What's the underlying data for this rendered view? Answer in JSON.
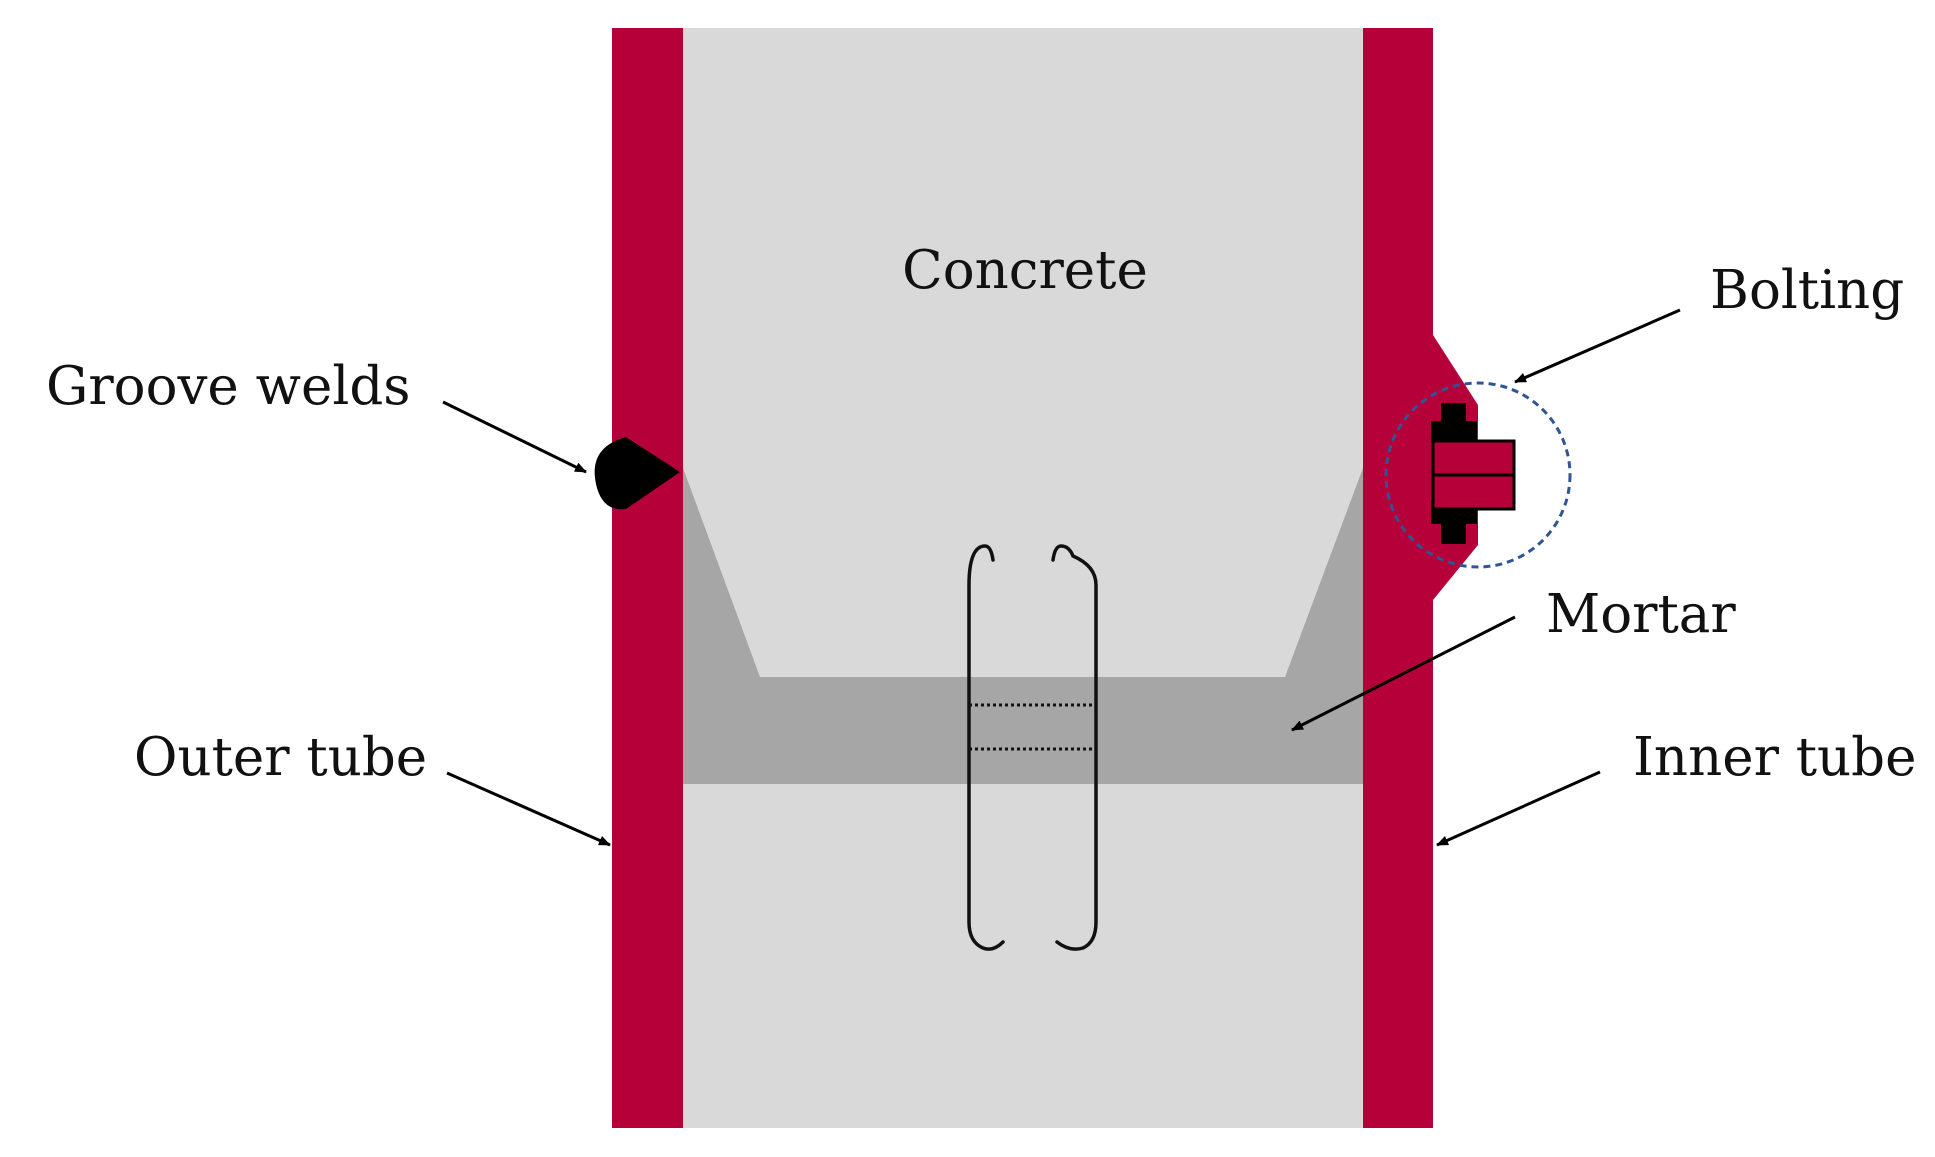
{
  "labels": {
    "concrete": "Concrete",
    "groove_welds": "Groove welds",
    "bolting": "Bolting",
    "mortar": "Mortar",
    "outer_tube": "Outer tube",
    "inner_tube": "Inner tube"
  },
  "colors": {
    "tube": "#B5003A",
    "concrete": "#D9D9D9",
    "mortar": "#A6A6A6",
    "weld": "#000000",
    "bolt_highlight": "#2F5597",
    "text": "#111111",
    "background": "#FFFFFF"
  }
}
